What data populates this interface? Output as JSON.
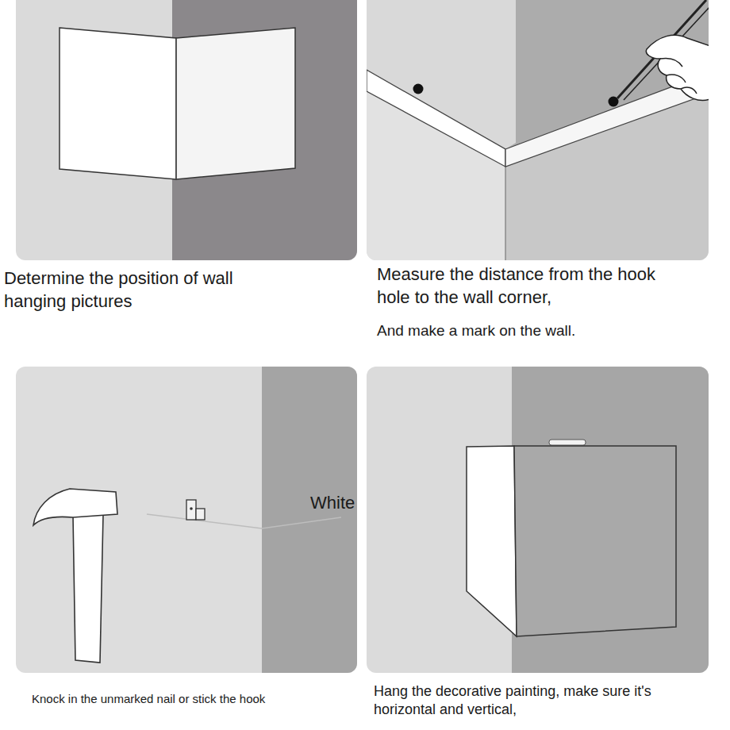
{
  "diagram": {
    "labels": [
      "Determine the position of wall hanging pictures",
      "Measure the distance from the hook hole to the wall corner,",
      "And make a mark on the wall.",
      "Knock in the unmarked nail or stick the hook",
      "White",
      "Hang the decorative painting, make sure it's horizontal and vertical,"
    ]
  }
}
